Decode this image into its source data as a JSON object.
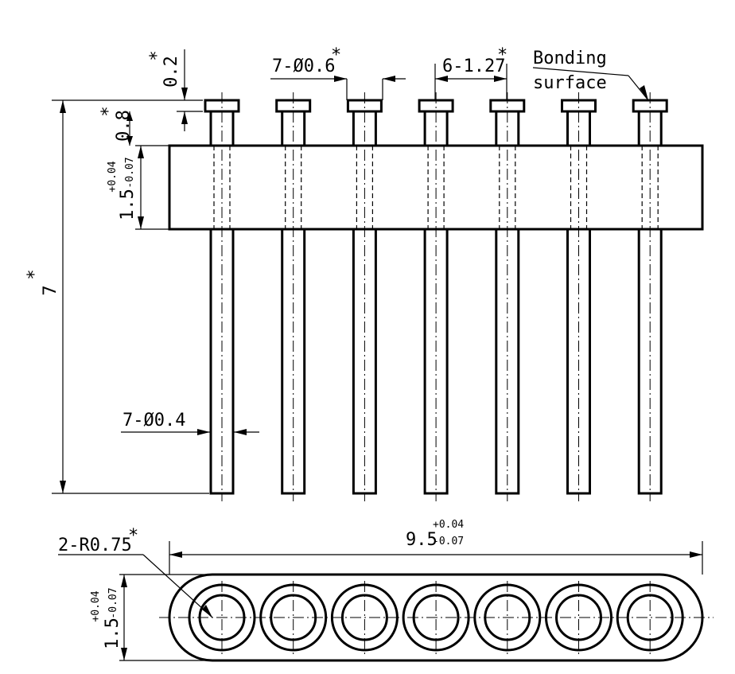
{
  "drawing": {
    "labels": {
      "pin_head_dia": "7-Ø0.6",
      "star": "*",
      "pitch": "6-1.27",
      "bonding_line1": "Bonding",
      "bonding_line2": "surface",
      "head_thickness": "0.2",
      "shoulder_height": "0.8",
      "body_height_nominal": "1.5",
      "tol_plus": "+0.04",
      "tol_minus": "-0.07",
      "total_height": "7",
      "pin_dia": "7-Ø0.4",
      "corner_radius": "2-R0.75",
      "body_length_nominal": "9.5",
      "body_width_nominal": "1.5"
    },
    "pin_count": 7
  }
}
